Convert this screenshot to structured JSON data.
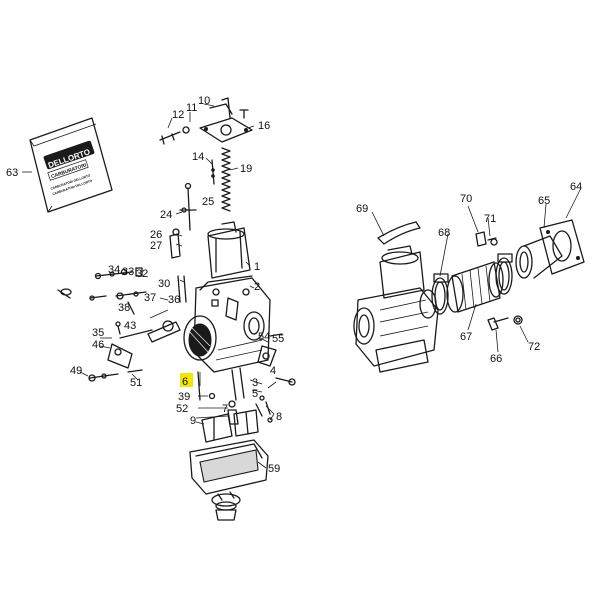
{
  "package": {
    "brand": "DELLORTO",
    "label": "CARBURATORI",
    "text_line_1": "CARBURATORI DELLORTO",
    "text_line_2": "CARBURATORI DELLORTO"
  },
  "highlight_color": "#f5e600",
  "callouts": [
    {
      "id": "c63",
      "label": "63"
    },
    {
      "id": "c12",
      "label": "12"
    },
    {
      "id": "c11",
      "label": "11"
    },
    {
      "id": "c10",
      "label": "10"
    },
    {
      "id": "c16",
      "label": "16"
    },
    {
      "id": "c14",
      "label": "14"
    },
    {
      "id": "c19",
      "label": "19"
    },
    {
      "id": "c24",
      "label": "24"
    },
    {
      "id": "c25",
      "label": "25"
    },
    {
      "id": "c26",
      "label": "26"
    },
    {
      "id": "c27",
      "label": "27"
    },
    {
      "id": "c30",
      "label": "30"
    },
    {
      "id": "c1",
      "label": "1"
    },
    {
      "id": "c2",
      "label": "2"
    },
    {
      "id": "c34",
      "label": "34"
    },
    {
      "id": "c33",
      "label": "33"
    },
    {
      "id": "c32",
      "label": "32"
    },
    {
      "id": "c37",
      "label": "37"
    },
    {
      "id": "c38",
      "label": "38"
    },
    {
      "id": "c36",
      "label": "36"
    },
    {
      "id": "c35",
      "label": "35"
    },
    {
      "id": "c43",
      "label": "43"
    },
    {
      "id": "c46",
      "label": "46"
    },
    {
      "id": "c49",
      "label": "49"
    },
    {
      "id": "c51",
      "label": "51"
    },
    {
      "id": "c54",
      "label": "54"
    },
    {
      "id": "c55",
      "label": "55"
    },
    {
      "id": "c4",
      "label": "4"
    },
    {
      "id": "c3",
      "label": "3"
    },
    {
      "id": "c5",
      "label": "5"
    },
    {
      "id": "c6",
      "label": "6"
    },
    {
      "id": "c39",
      "label": "39"
    },
    {
      "id": "c52",
      "label": "52"
    },
    {
      "id": "c7",
      "label": "7"
    },
    {
      "id": "c9",
      "label": "9"
    },
    {
      "id": "c8",
      "label": "8"
    },
    {
      "id": "c59",
      "label": "59"
    },
    {
      "id": "c69",
      "label": "69"
    },
    {
      "id": "c70",
      "label": "70"
    },
    {
      "id": "c71",
      "label": "71"
    },
    {
      "id": "c65",
      "label": "65"
    },
    {
      "id": "c64",
      "label": "64"
    },
    {
      "id": "c68",
      "label": "68"
    },
    {
      "id": "c67",
      "label": "67"
    },
    {
      "id": "c66",
      "label": "66"
    },
    {
      "id": "c72",
      "label": "72"
    }
  ],
  "highlighted_callout": "6"
}
